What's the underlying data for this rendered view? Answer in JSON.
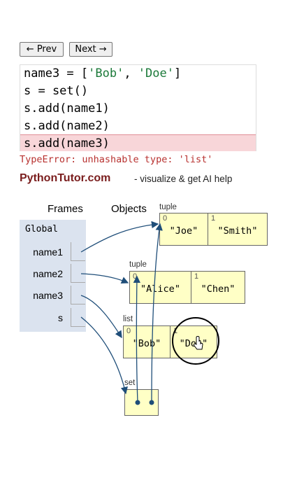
{
  "nav": {
    "prev_label": "← Prev",
    "next_label": "Next →"
  },
  "code": {
    "lines": [
      [
        "name3 = [",
        "'Bob'",
        ", ",
        "'Doe'",
        "]"
      ],
      "s = set()",
      "s.add(name1)",
      "s.add(name2)",
      "s.add(name3)"
    ],
    "error_line_index": 4
  },
  "error_message": "TypeError: unhashable type: 'list'",
  "banner": {
    "brand": "PythonTutor.com",
    "tagline": "- visualize & get AI help"
  },
  "viz": {
    "frames_header": "Frames",
    "objects_header": "Objects",
    "global_title": "Global",
    "variables": [
      "name1",
      "name2",
      "name3",
      "s"
    ],
    "objects": [
      {
        "type": "tuple",
        "items": [
          {
            "index": "0",
            "value": "\"Joe\""
          },
          {
            "index": "1",
            "value": "\"Smith\""
          }
        ]
      },
      {
        "type": "tuple",
        "items": [
          {
            "index": "0",
            "value": "\"Alice\""
          },
          {
            "index": "1",
            "value": "\"Chen\""
          }
        ]
      },
      {
        "type": "list",
        "items": [
          {
            "index": "0",
            "value": "\"Bob\""
          },
          {
            "index": "1",
            "value": "\"Doe\""
          }
        ]
      },
      {
        "type": "set",
        "items": []
      }
    ]
  },
  "colors": {
    "arrow": "#1f4e79",
    "object_fill": "#ffffc6",
    "frame_fill": "#dbe3ef",
    "error_text": "#b8312f",
    "brand": "#7a1d1d"
  }
}
